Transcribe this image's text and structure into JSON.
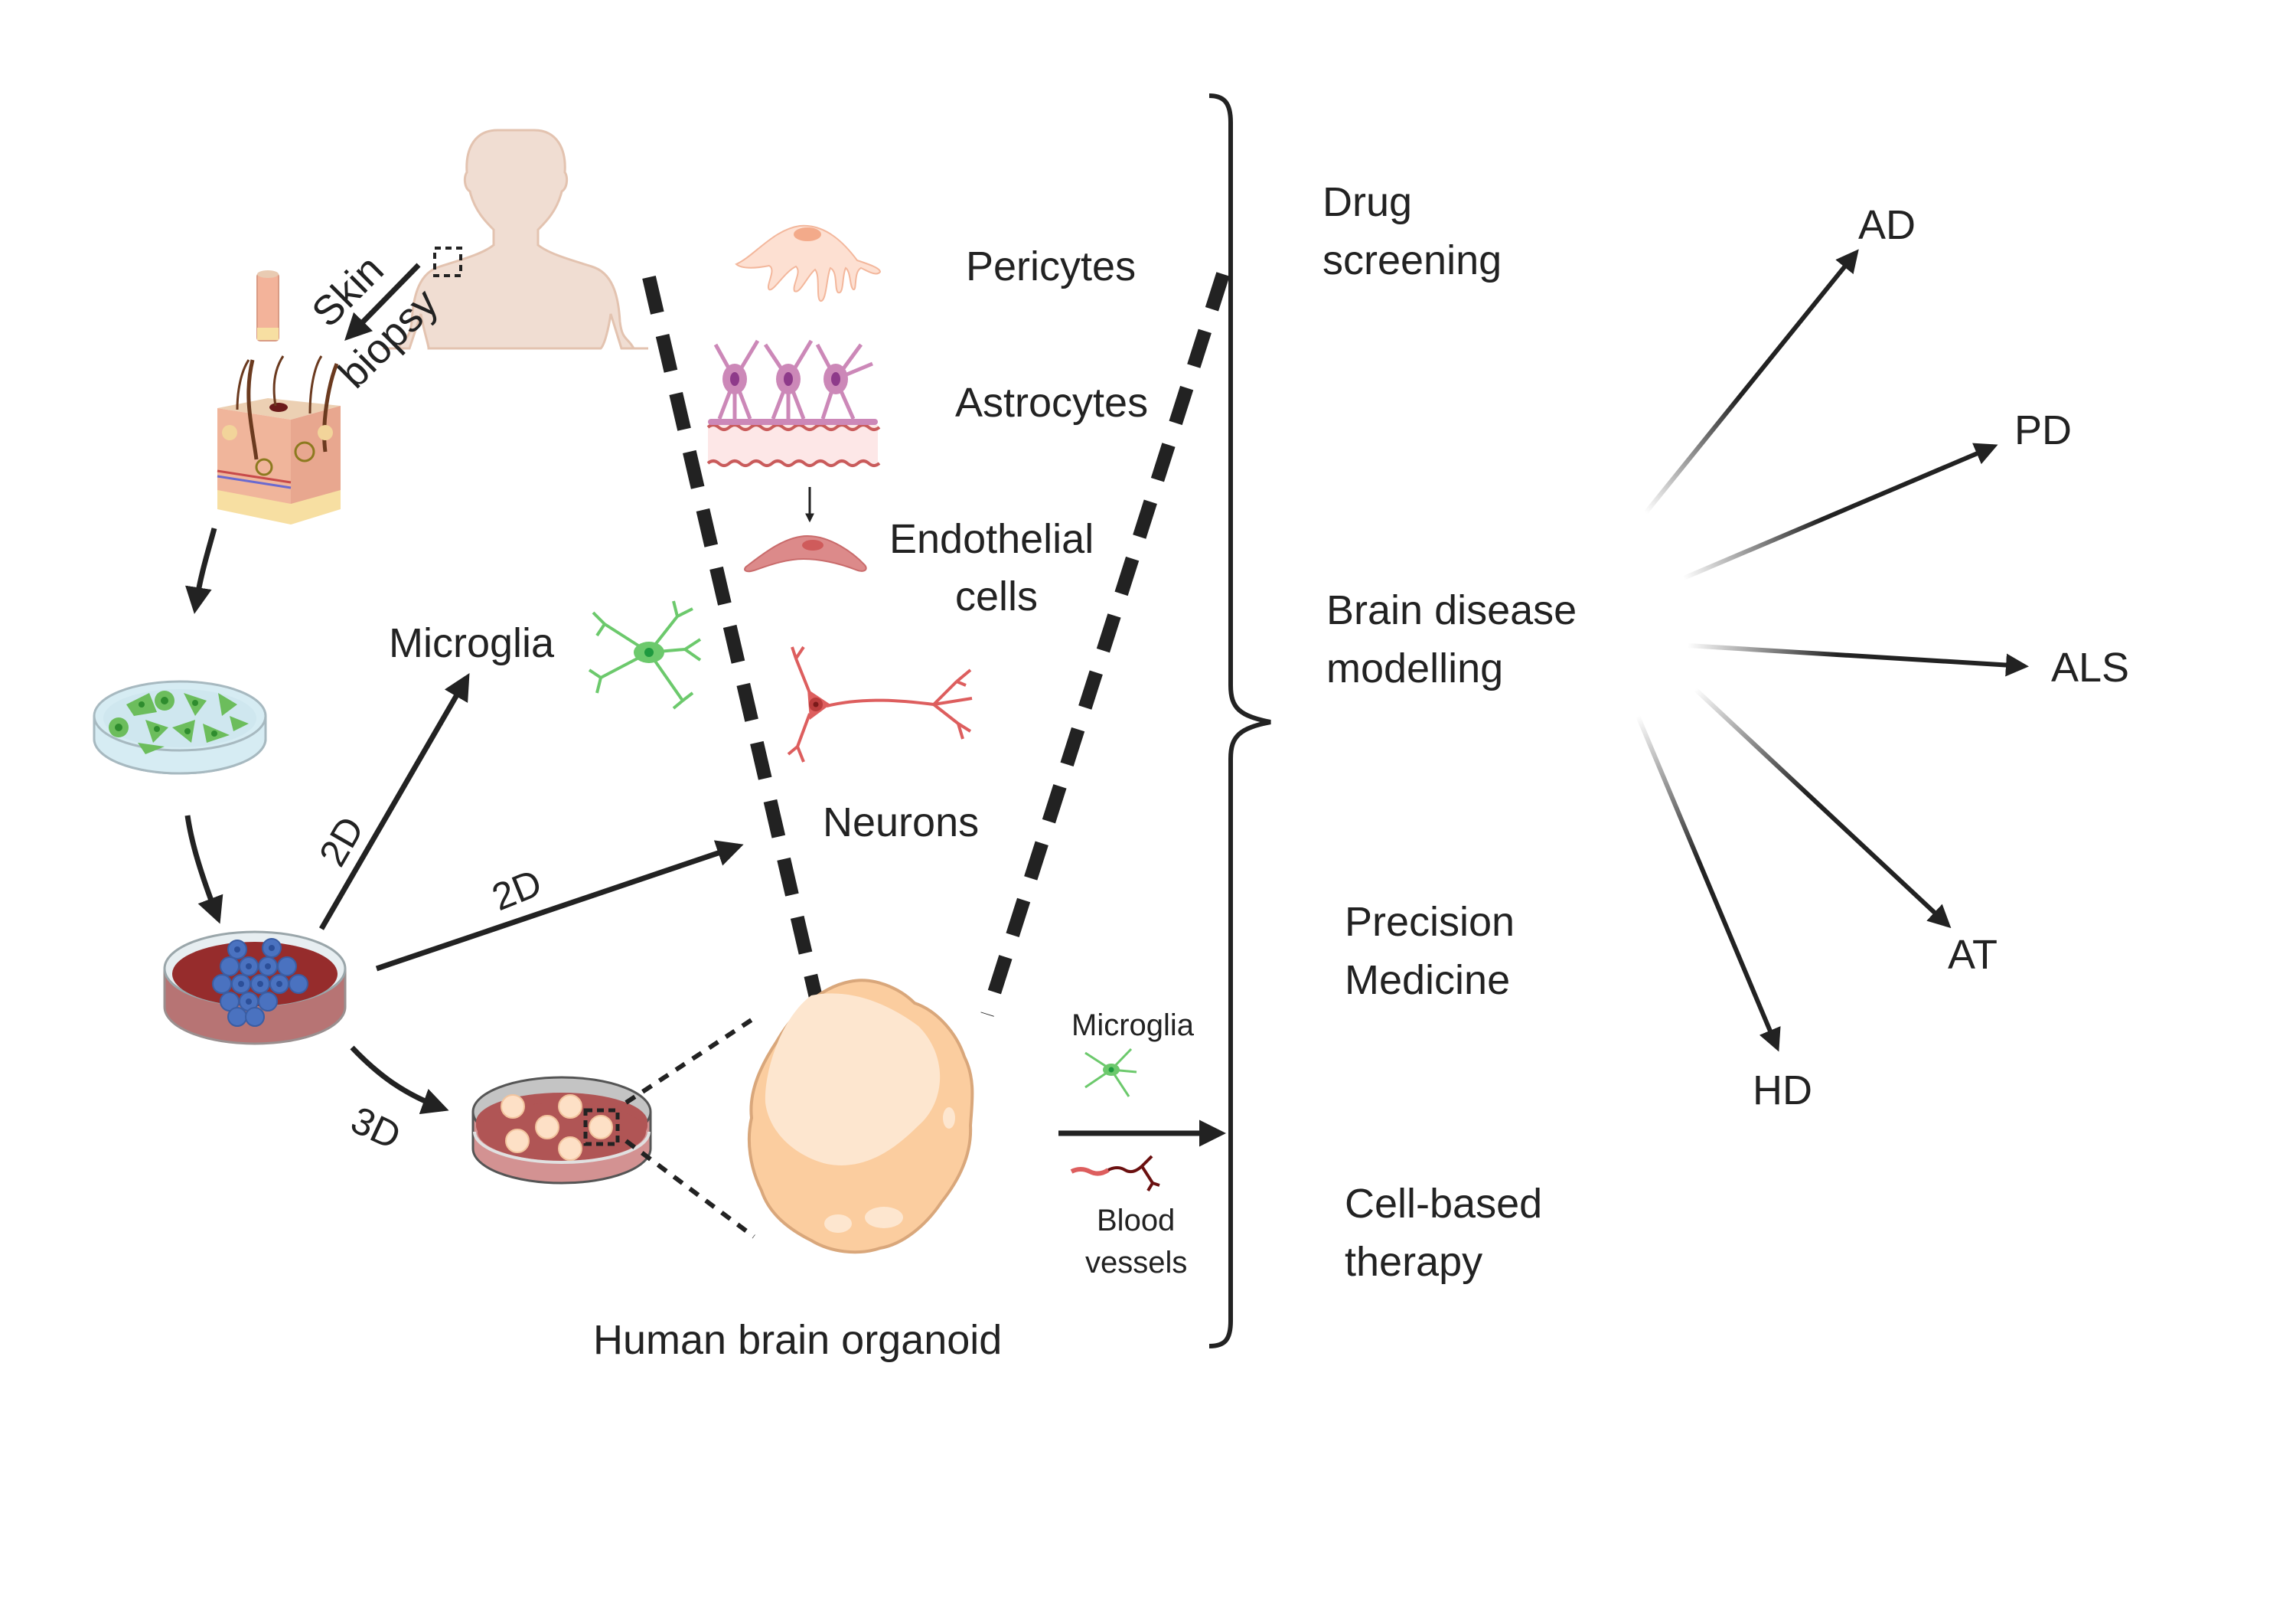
{
  "figure": {
    "title": "Human brain organoid applications workflow",
    "colors": {
      "text": "#222222",
      "skin": "#f0ddd2",
      "skin_outline": "#e3c3b0",
      "pericyte": "#fde0d2",
      "pericyte_nucleus": "#f3aa8a",
      "astrocyte": "#cc88b8",
      "astrocyte_nucleus": "#8e3a8a",
      "endothelial": "#dc8a8a",
      "endothelial_nucleus": "#cf5b5b",
      "neuron": "#dd5e5e",
      "microglia": "#6cc96c",
      "microglia_nucleus": "#1f9a3f",
      "ipsc_medium": "#962c2c",
      "ipsc_cells": "#4a72c0",
      "fibroblast_medium": "#d6ecf3",
      "fibroblast_cells": "#6cbd5c",
      "organoid": "#fbcd9f",
      "organoid_light": "#fde6cf",
      "organoid_outline": "#d9a77b",
      "blood_vessel_light": "#dd5e5e",
      "blood_vessel_dark": "#6b1010"
    }
  },
  "left_panel": {
    "biopsy_label_line1": "Skin",
    "biopsy_label_line2": "biopsy",
    "microglia_label": "Microglia",
    "arrow_2d_label_a": "2D",
    "arrow_2d_label_b": "2D",
    "arrow_3d_label": "3D",
    "organoid_caption": "Human brain organoid",
    "addon_microglia": "Microglia",
    "addon_blood_line1": "Blood",
    "addon_blood_line2": "vessels"
  },
  "cell_types": [
    {
      "name": "pericytes",
      "label": "Pericytes"
    },
    {
      "name": "astrocytes",
      "label": "Astrocytes"
    },
    {
      "name": "endothelial",
      "label_line1": "Endothelial",
      "label_line2": "cells"
    },
    {
      "name": "neurons",
      "label": "Neurons"
    }
  ],
  "applications": [
    {
      "line1": "Drug",
      "line2": "screening"
    },
    {
      "line1": "Brain disease",
      "line2": "modelling"
    },
    {
      "line1": "Precision",
      "line2": "Medicine"
    },
    {
      "line1": "Cell-based",
      "line2": "therapy"
    }
  ],
  "diseases": [
    {
      "label": "AD"
    },
    {
      "label": "PD"
    },
    {
      "label": "ALS"
    },
    {
      "label": "AT"
    },
    {
      "label": "HD"
    }
  ]
}
